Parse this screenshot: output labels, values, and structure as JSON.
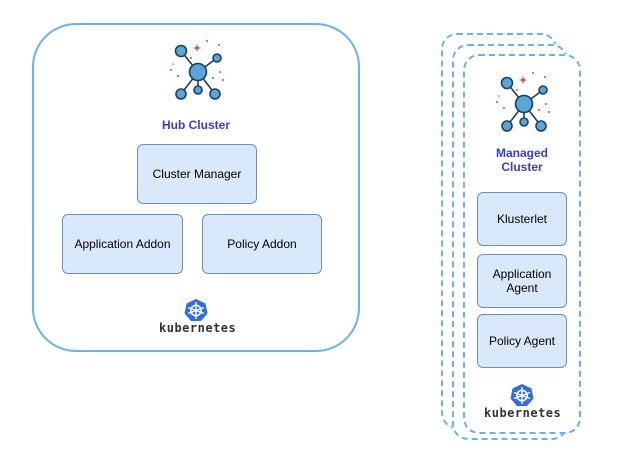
{
  "hub": {
    "title": "Hub Cluster",
    "cluster_manager": "Cluster Manager",
    "application_addon": "Application Addon",
    "policy_addon": "Policy Addon",
    "platform": "kubernetes"
  },
  "managed": {
    "title_line1": "Managed",
    "title_line2": "Cluster",
    "klusterlet": "Klusterlet",
    "application_agent_line1": "Application",
    "application_agent_line2": "Agent",
    "policy_agent": "Policy Agent",
    "platform": "kubernetes"
  },
  "colors": {
    "frame_border": "#6ab0f0",
    "box_fill": "#dae8fc",
    "box_border": "#6c8ebf",
    "title": "#3b3bd6",
    "network_node": "#5aa5d8",
    "network_sparkle": "#d64550",
    "k8s_blue": "#326ce5"
  },
  "icons": [
    "network-cluster-icon",
    "kubernetes-logo-icon"
  ]
}
